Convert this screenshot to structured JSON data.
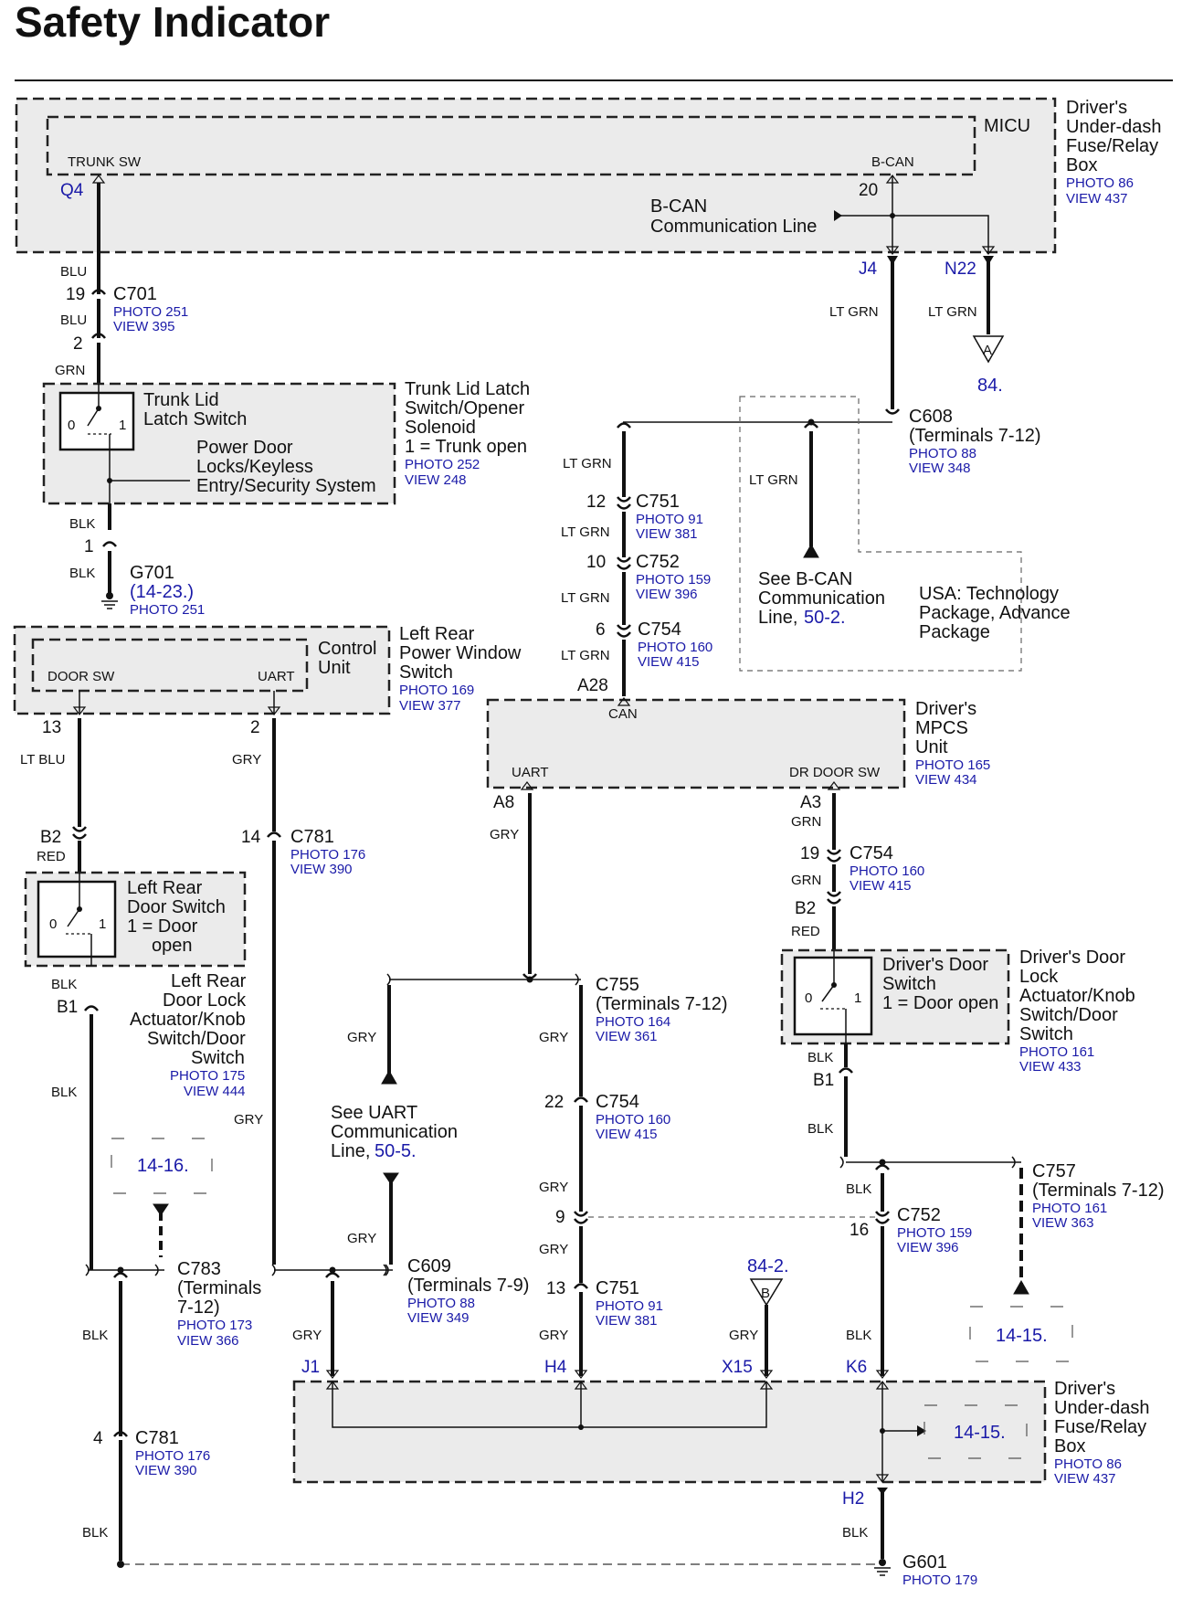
{
  "title": "Safety Indicator",
  "micu": {
    "box_label": "MICU",
    "fuse_box": [
      "Driver's",
      "Under-dash",
      "Fuse/Relay",
      "Box"
    ],
    "photo": "PHOTO 86",
    "view": "VIEW 437",
    "trunk_sw": "TRUNK SW",
    "bcan": "B-CAN",
    "pin_q4": "Q4",
    "pin_20": "20",
    "pin_j4": "J4",
    "pin_n22": "N22",
    "bcan_line": [
      "B-CAN",
      "Communication Line"
    ]
  },
  "wires": {
    "blu": "BLU",
    "grn": "GRN",
    "blk": "BLK",
    "lt_grn": "LT GRN",
    "lt_blu": "LT BLU",
    "gry": "GRY",
    "red": "RED"
  },
  "c701": {
    "name": "C701",
    "photo": "PHOTO 251",
    "view": "VIEW 395",
    "pin_a": "19",
    "pin_b": "2"
  },
  "trunk_lid": {
    "switch_label": [
      "Trunk Lid",
      "Latch Switch"
    ],
    "assembly": [
      "Trunk Lid Latch",
      "Switch/Opener",
      "Solenoid",
      "1 = Trunk open"
    ],
    "photo": "PHOTO 252",
    "view": "VIEW 248",
    "power_door": [
      "Power Door",
      "Locks/Keyless",
      "Entry/Security System"
    ],
    "pos0": "0",
    "pos1": "1",
    "pin_1": "1"
  },
  "g701": {
    "name": "G701",
    "link": "(14-23.)",
    "photo": "PHOTO 251"
  },
  "ref_a": {
    "letter": "A",
    "link": "84."
  },
  "c608": {
    "name": "C608",
    "terms": "(Terminals 7-12)",
    "photo": "PHOTO 88",
    "view": "VIEW 348"
  },
  "bcan_see": [
    "See B-CAN",
    "Communication",
    "Line,"
  ],
  "bcan_see_link": "50-2.",
  "usa_note": [
    "USA: Technology",
    "Package, Advance",
    "Package"
  ],
  "c751_top": {
    "name": "C751",
    "pin": "12",
    "photo": "PHOTO 91",
    "view": "VIEW 381"
  },
  "c752_top": {
    "name": "C752",
    "pin": "10",
    "photo": "PHOTO 159",
    "view": "VIEW 396"
  },
  "c754_top": {
    "name": "C754",
    "pin": "6",
    "photo": "PHOTO 160",
    "view": "VIEW 415"
  },
  "control_unit": {
    "label": [
      "Control",
      "Unit"
    ],
    "door_sw": "DOOR SW",
    "uart": "UART",
    "switch": [
      "Left Rear",
      "Power Window",
      "Switch"
    ],
    "photo": "PHOTO 169",
    "view": "VIEW 377",
    "pin_13": "13",
    "pin_2": "2"
  },
  "mpcs": {
    "label": [
      "Driver's",
      "MPCS",
      "Unit"
    ],
    "photo": "PHOTO 165",
    "view": "VIEW 434",
    "can": "CAN",
    "uart": "UART",
    "dr_door_sw": "DR DOOR SW",
    "pin_a28": "A28",
    "pin_a8": "A8",
    "pin_a3": "A3"
  },
  "c781_mid": {
    "name": "C781",
    "pin": "14",
    "photo": "PHOTO 176",
    "view": "VIEW 390"
  },
  "lr_door_switch": {
    "label": [
      "Left Rear",
      "Door Switch",
      "1 = Door",
      "open"
    ],
    "pin_b2": "B2",
    "pin_b1": "B1",
    "assembly": [
      "Left Rear",
      "Door Lock",
      "Actuator/Knob",
      "Switch/Door",
      "Switch"
    ],
    "photo": "PHOTO 175",
    "view": "VIEW 444",
    "pos0": "0",
    "pos1": "1"
  },
  "c754_right": {
    "name": "C754",
    "pin": "19",
    "photo": "PHOTO 160",
    "view": "VIEW 415",
    "pin_b2": "B2"
  },
  "drv_door_switch": {
    "label": [
      "Driver's Door",
      "Switch",
      "1 = Door open"
    ],
    "assembly": [
      "Driver's Door",
      "Lock",
      "Actuator/Knob",
      "Switch/Door",
      "Switch"
    ],
    "photo": "PHOTO 161",
    "view": "VIEW 433",
    "pin_b1": "B1",
    "pos0": "0",
    "pos1": "1"
  },
  "c755": {
    "name": "C755",
    "terms": "(Terminals 7-12)",
    "photo": "PHOTO 164",
    "view": "VIEW 361"
  },
  "uart_see": [
    "See UART",
    "Communication",
    "Line,"
  ],
  "uart_see_link": "50-5.",
  "c754_low": {
    "name": "C754",
    "pin": "22",
    "photo": "PHOTO 160",
    "view": "VIEW 415"
  },
  "ref_1416": "14-16.",
  "c757": {
    "name": "C757",
    "terms": "(Terminals 7-12)",
    "photo": "PHOTO 161",
    "view": "VIEW 363"
  },
  "c752_low": {
    "name": "C752",
    "pin": "16",
    "photo": "PHOTO 159",
    "view": "VIEW 396"
  },
  "pin_9": "9",
  "c783": {
    "name": "C783",
    "terms": [
      "(Terminals",
      "7-12)"
    ],
    "photo": "PHOTO 173",
    "view": "VIEW 366"
  },
  "c609": {
    "name": "C609",
    "terms": "(Terminals 7-9)",
    "photo": "PHOTO 88",
    "view": "VIEW 349"
  },
  "c751_low": {
    "name": "C751",
    "pin": "13",
    "photo": "PHOTO 91",
    "view": "VIEW 381"
  },
  "ref_b": {
    "letter": "B",
    "link": "84-2."
  },
  "ref_1415_top": "14-15.",
  "bottom_box": {
    "label": [
      "Driver's",
      "Under-dash",
      "Fuse/Relay",
      "Box"
    ],
    "photo": "PHOTO 86",
    "view": "VIEW 437",
    "pin_j1": "J1",
    "pin_h4": "H4",
    "pin_x15": "X15",
    "pin_k6": "K6",
    "pin_h2": "H2",
    "ref_1415": "14-15."
  },
  "c781_low": {
    "name": "C781",
    "pin": "4",
    "photo": "PHOTO 176",
    "view": "VIEW 390"
  },
  "g601": {
    "name": "G601",
    "photo": "PHOTO 179"
  }
}
